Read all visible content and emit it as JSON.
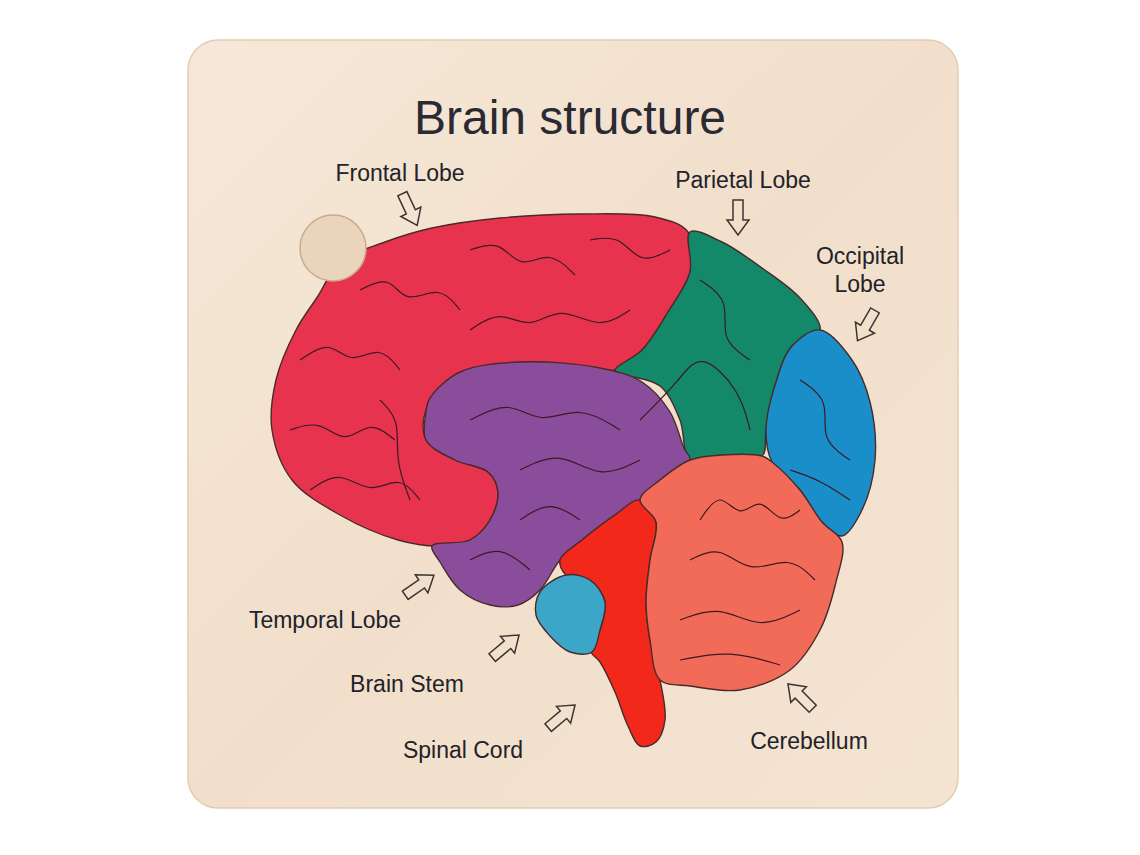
{
  "diagram": {
    "title": "Brain structure",
    "labels": [
      "Frontal Lobe",
      "Parietal Lobe",
      "Occipital Lobe",
      "Temporal Lobe",
      "Brain Stem",
      "Spinal Cord",
      "Cerebellum"
    ]
  }
}
